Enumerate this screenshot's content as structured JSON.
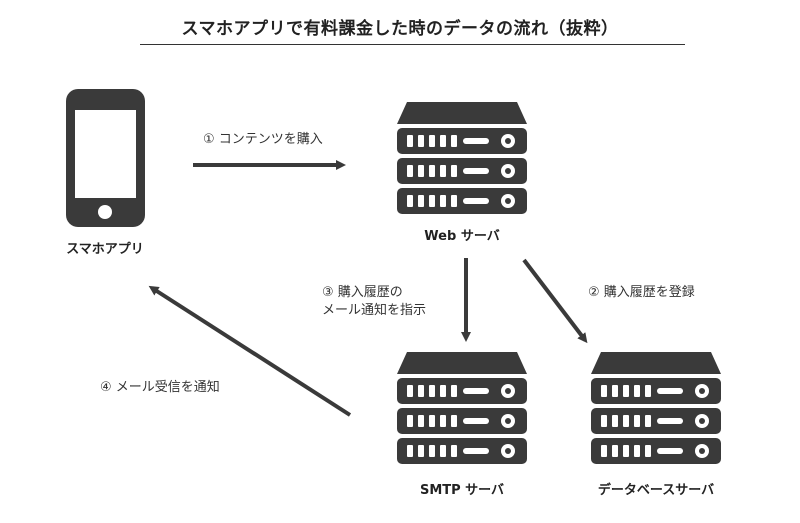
{
  "title": "スマホアプリで有料課金した時のデータの流れ（抜粋）",
  "nodes": {
    "phone": {
      "label": "スマホアプリ"
    },
    "web": {
      "label": "Web サーバ"
    },
    "smtp": {
      "label": "SMTP サーバ"
    },
    "db": {
      "label": "データベースサーバ"
    }
  },
  "edges": {
    "purchase": {
      "label": "① コンテンツを購入"
    },
    "register": {
      "label": "② 購入履歴を登録"
    },
    "instruct": {
      "line1": "③ 購入履歴の",
      "line2": "メール通知を指示"
    },
    "notify": {
      "label": "④ メール受信を通知"
    }
  },
  "colors": {
    "icon": "#3a3a3a",
    "arrow": "#3a3a3a",
    "text": "#222222"
  }
}
